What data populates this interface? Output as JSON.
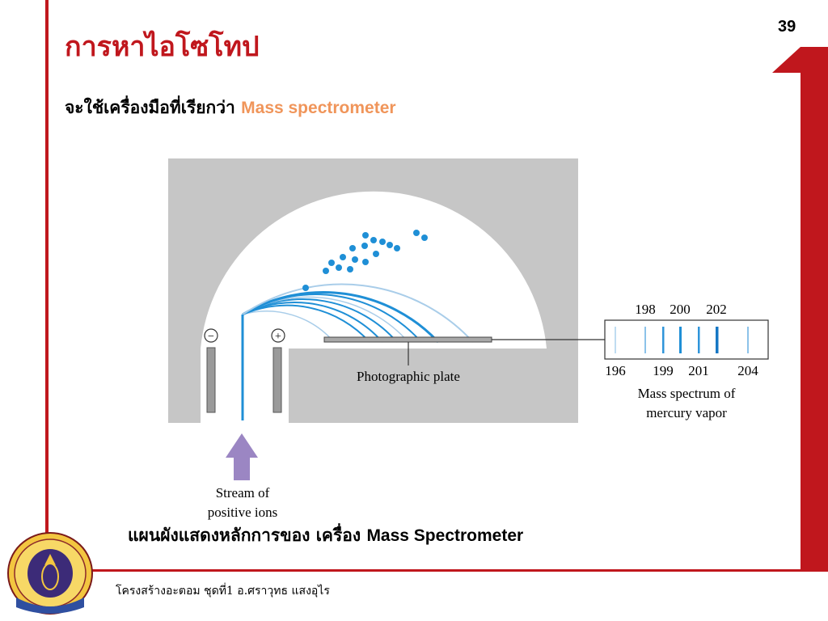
{
  "slide": {
    "page_number": "39",
    "title": "การหาไอโซโทป",
    "subtitle_prefix": "จะใช้เครื่องมือที่เรียกว่า",
    "subtitle_accent": "Mass spectrometer",
    "caption_prefix": "แผนผังแสดงหลักการของ เครื่อง",
    "caption_latin": "Mass Spectrometer",
    "footer": "โครงสร้างอะตอม ชุดที่1 อ.ศราวุทธ แสงอุไร"
  },
  "diagram": {
    "minus_symbol": "−",
    "plus_symbol": "+",
    "plate_label": "Photographic plate",
    "stream_label_line1": "Stream of",
    "stream_label_line2": "positive ions",
    "spectrum_title_line1": "Mass spectrum of",
    "spectrum_title_line2": "mercury vapor",
    "spectrum_top_labels": [
      "198",
      "200",
      "202"
    ],
    "spectrum_bottom_labels": [
      "196",
      "199",
      "201",
      "204"
    ]
  },
  "colors": {
    "frame_red": "#c0171d",
    "title_red": "#c0171d",
    "accent_orange": "#f0955a",
    "beam_blue": "#1f8fd6",
    "chamber_gray": "#c6c6c6"
  }
}
